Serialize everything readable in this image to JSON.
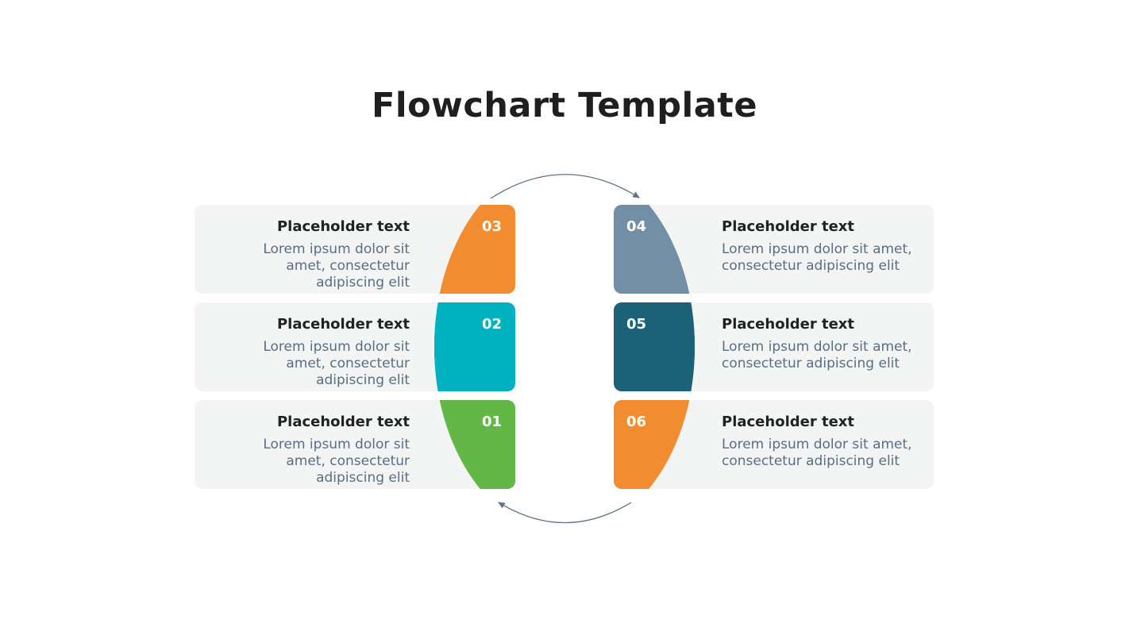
{
  "title": "Flowchart Template",
  "colors": {
    "card_bg": "#F3F4F4",
    "arrow": "#5F7385"
  },
  "steps": [
    {
      "num": "01",
      "heading": "Placeholder text",
      "body": "Lorem ipsum dolor sit amet, consectetur adipiscing elit",
      "color": "#62B746",
      "side": "left",
      "row": 2
    },
    {
      "num": "02",
      "heading": "Placeholder text",
      "body": "Lorem ipsum dolor sit amet, consectetur adipiscing elit",
      "color": "#00B2BF",
      "side": "left",
      "row": 1
    },
    {
      "num": "03",
      "heading": "Placeholder text",
      "body": "Lorem ipsum dolor sit amet, consectetur adipiscing elit",
      "color": "#F28C30",
      "side": "left",
      "row": 0
    },
    {
      "num": "04",
      "heading": "Placeholder text",
      "body": "Lorem ipsum dolor sit amet, consectetur adipiscing elit",
      "color": "#728FA5",
      "side": "right",
      "row": 0
    },
    {
      "num": "05",
      "heading": "Placeholder text",
      "body": "Lorem ipsum dolor sit amet, consectetur adipiscing elit",
      "color": "#1C6277",
      "side": "right",
      "row": 1
    },
    {
      "num": "06",
      "heading": "Placeholder text",
      "body": "Lorem ipsum dolor sit amet, consectetur adipiscing elit",
      "color": "#F28C30",
      "side": "right",
      "row": 2
    }
  ]
}
